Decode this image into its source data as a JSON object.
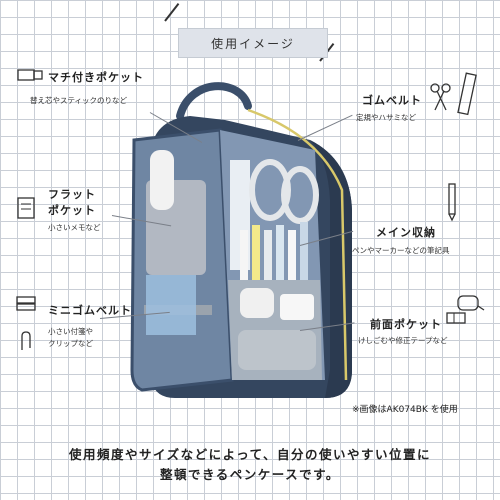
{
  "banner": {
    "title": "使用イメージ"
  },
  "labels": {
    "gusset_pocket": {
      "title": "マチ付きポケット",
      "sub": "替え芯やスティックのりなど"
    },
    "rubber_belt": {
      "title": "ゴムベルト",
      "sub": "定規やハサミなど"
    },
    "flat_pocket": {
      "title_line1": "フラット",
      "title_line2": "ポケット",
      "sub": "小さいメモなど"
    },
    "main_storage": {
      "title": "メイン収納",
      "sub": "ペンやマーカーなどの筆記具"
    },
    "mini_rubber_belt": {
      "title": "ミニゴムベルト",
      "sub_line1": "小さい付箋や",
      "sub_line2": "クリップなど"
    },
    "front_pocket": {
      "title": "前面ポケット",
      "sub": "けしごむや修正テープなど"
    }
  },
  "note": "※画像はAK074BK を使用",
  "caption": {
    "line1": "使用頻度やサイズなどによって、自分の使いやすい位置に",
    "line2": "整頓できるペンケースです。"
  },
  "colors": {
    "case_navy": "#3b4f6b",
    "case_interior": "#6f86a3",
    "mesh_gray": "#b9bec5",
    "zipper_yellow": "#d8c86a",
    "banner_bg": "#dfe3ea"
  }
}
